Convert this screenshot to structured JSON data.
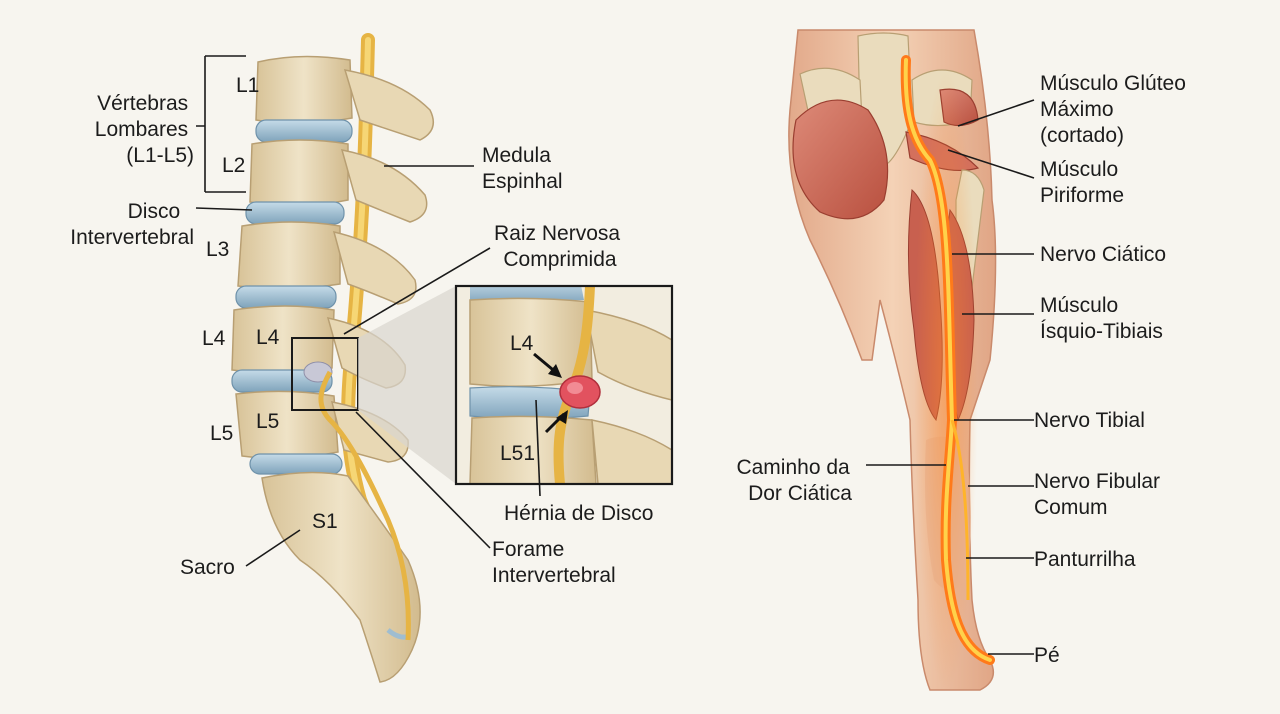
{
  "spine": {
    "lumbar_group": [
      "Vértebras",
      "Lombares",
      "(L1-L5)"
    ],
    "vertebrae": {
      "l1": "L1",
      "l2": "L2",
      "l3": "L3",
      "l4_outer": "L4",
      "l4_inner": "L4",
      "l5_outer": "L5",
      "l5_inner": "L5",
      "s1": "S1"
    },
    "disc": [
      "Disco",
      "Intervertebral"
    ],
    "sacrum": "Sacro",
    "spinal_cord": [
      "Medula",
      "Espinhal"
    ],
    "compressed_root": [
      "Raiz Nervosa",
      "Comprimida"
    ],
    "foramen": [
      "Forame",
      "Intervertebral"
    ]
  },
  "inset": {
    "l4": "L4",
    "l5": "L51",
    "herniation": "Hérnia de Disco"
  },
  "leg": {
    "gluteus": [
      "Músculo Glúteo",
      "Máximo",
      "(cortado)"
    ],
    "piriformis": [
      "Músculo",
      "Piriforme"
    ],
    "sciatic": "Nervo Ciático",
    "hamstrings": [
      "Músculo",
      "Ísquio-Tibiais"
    ],
    "tibial": "Nervo Tibial",
    "pain_path": [
      "Caminho da",
      "Dor Ciática"
    ],
    "fibular": [
      "Nervo Fibular",
      "Comum"
    ],
    "calf": "Panturrilha",
    "foot": "Pé"
  },
  "colors": {
    "background": "#f7f5ef",
    "bone": "#eadcbd",
    "bone_shadow": "#c9b48c",
    "disc": "#9fbdd0",
    "nerve": "#f2c24a",
    "herniation": "#e2525f",
    "skin": "#efc6a6",
    "muscle": "#cf6a5a",
    "pain": "#ff7a1a"
  }
}
